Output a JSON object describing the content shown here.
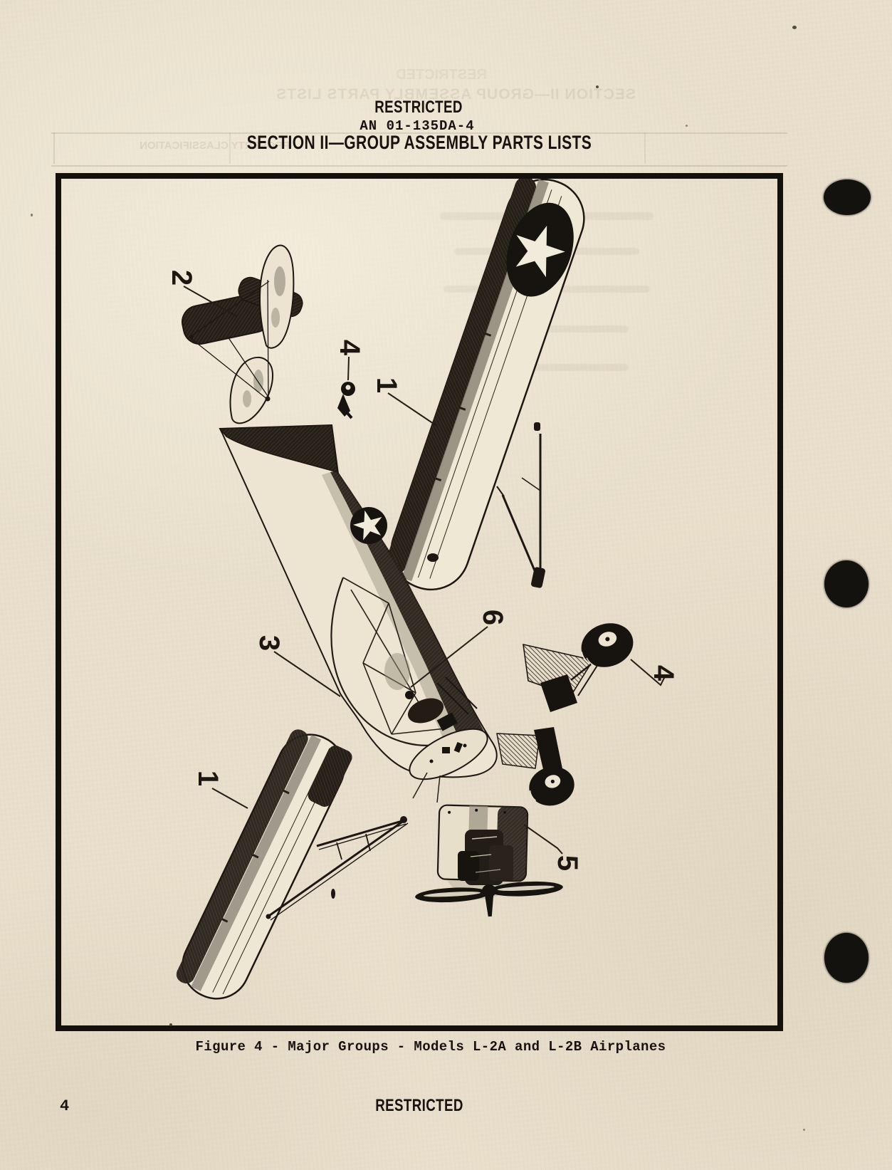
{
  "page": {
    "colors": {
      "paper": "#e8decb",
      "ink": "#1c1712",
      "frame": "#14100c"
    },
    "header": {
      "restricted": "RESTRICTED",
      "doc_number": "AN 01-135DA-4",
      "section_title": "SECTION II—GROUP ASSEMBLY PARTS LISTS"
    },
    "figure": {
      "caption": "Figure 4 - Major Groups - Models L-2A and L-2B Airplanes",
      "callouts": [
        {
          "label": "1",
          "target": "right-wing-panel"
        },
        {
          "label": "2",
          "target": "empennage-tail-group"
        },
        {
          "label": "4",
          "target": "tail-wheel"
        },
        {
          "label": "3",
          "target": "fuselage"
        },
        {
          "label": "6",
          "target": "cabin-equipment"
        },
        {
          "label": "4",
          "target": "main-landing-gear"
        },
        {
          "label": "5",
          "target": "powerplant"
        },
        {
          "label": "1",
          "target": "left-wing-panel"
        }
      ]
    },
    "footer": {
      "page_number": "4",
      "restricted": "RESTRICTED"
    },
    "ghost_bleedthrough": {
      "restricted": "RESTRICTED",
      "section_title": "SECTION II—GROUP ASSEMBLY PARTS LISTS",
      "property_classification": "PROPERTY CLASSIFICATION"
    }
  }
}
